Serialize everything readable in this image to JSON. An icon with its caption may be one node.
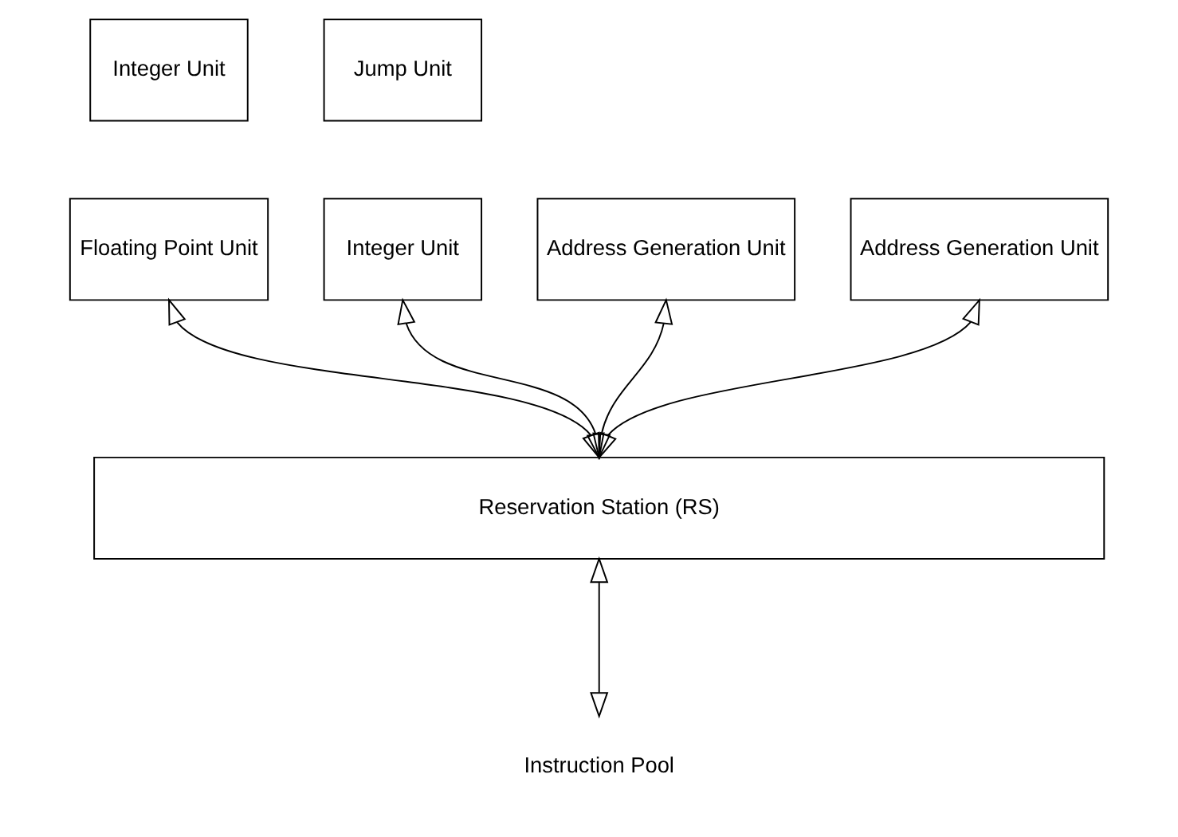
{
  "diagram": {
    "nodes": [
      {
        "text": [
          "Integer Unit"
        ]
      },
      {
        "text": [
          "Floating Point Unit"
        ]
      },
      {
        "text": [
          "Jump Unit"
        ]
      },
      {
        "text": [
          "Integer Unit"
        ]
      },
      {
        "text": [
          "Address Generation Unit"
        ]
      },
      {
        "text": [
          "Address Generation Unit"
        ]
      },
      {
        "text": [
          "Reservation Station (RS)"
        ]
      },
      {
        "text": [
          "Instruction Pool"
        ]
      }
    ],
    "edges": [
      {
        "from": 1,
        "to": 6,
        "arrow": "both"
      },
      {
        "from": 3,
        "to": 6,
        "arrow": "both"
      },
      {
        "from": 4,
        "to": 6,
        "arrow": "both"
      },
      {
        "from": 5,
        "to": 6,
        "arrow": "both"
      },
      {
        "from": 6,
        "to": 7,
        "arrow": "both"
      }
    ]
  }
}
